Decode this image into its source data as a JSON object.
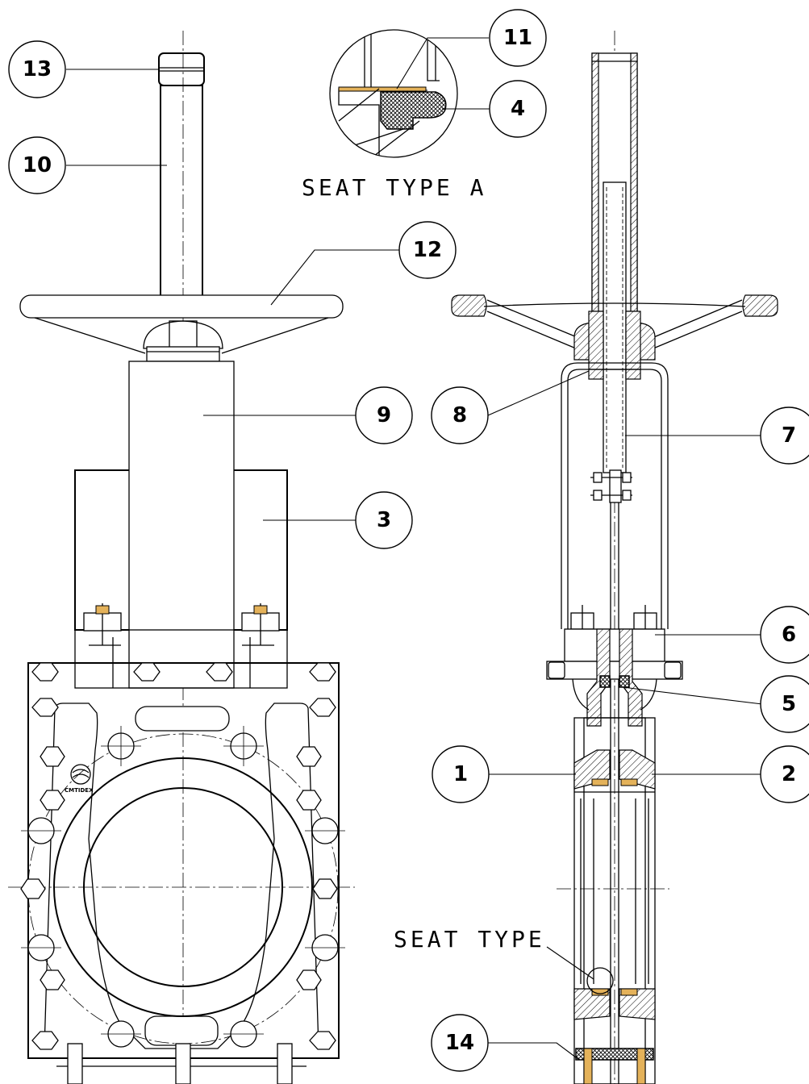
{
  "titles": {
    "seat_type_a": "SEAT TYPE A",
    "seat_type": "SEAT TYPE"
  },
  "logo": {
    "text": "CMTIDEX"
  },
  "callouts": [
    {
      "number": "13"
    },
    {
      "number": "10"
    },
    {
      "number": "11"
    },
    {
      "number": "4"
    },
    {
      "number": "12"
    },
    {
      "number": "8"
    },
    {
      "number": "9"
    },
    {
      "number": "7"
    },
    {
      "number": "3"
    },
    {
      "number": "6"
    },
    {
      "number": "5"
    },
    {
      "number": "1"
    },
    {
      "number": "2"
    },
    {
      "number": "14"
    }
  ],
  "colors": {
    "line": "#000000",
    "seat": "#e4b25a",
    "background": "#ffffff"
  }
}
